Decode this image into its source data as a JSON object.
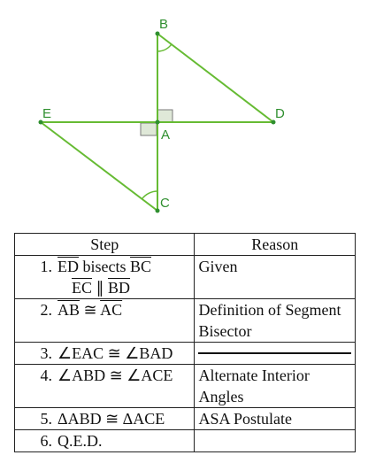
{
  "figure": {
    "line_color": "#66bb33",
    "point_color": "#2f8f2f",
    "labels": {
      "A": "A",
      "B": "B",
      "C": "C",
      "D": "D",
      "E": "E"
    }
  },
  "table": {
    "headers": [
      "Step",
      "Reason"
    ],
    "rows": [
      {
        "num": "1.",
        "lines": [
          "ED bisects BC",
          "EC ∥ BD"
        ],
        "reason": "Given"
      },
      {
        "num": "2.",
        "lines": [
          "AB ≅ AC"
        ],
        "reason": "Definition of Segment Bisector"
      },
      {
        "num": "3.",
        "lines": [
          "∠EAC ≅ ∠BAD"
        ],
        "reason": ""
      },
      {
        "num": "4.",
        "lines": [
          "∠ABD ≅ ∠ACE"
        ],
        "reason": "Alternate Interior Angles"
      },
      {
        "num": "5.",
        "lines": [
          "ΔABD ≅ ΔACE"
        ],
        "reason": "ASA Postulate"
      },
      {
        "num": "6.",
        "lines": [
          "Q.E.D."
        ],
        "reason": ""
      }
    ]
  }
}
